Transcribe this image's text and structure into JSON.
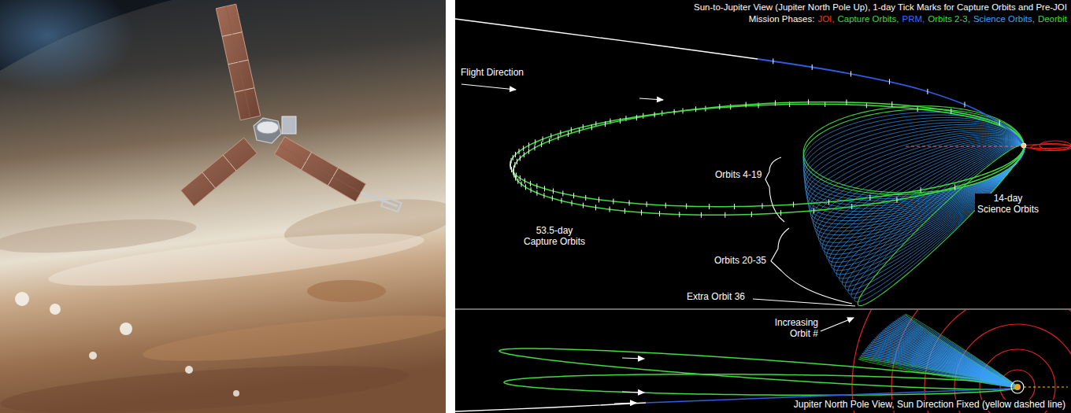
{
  "diagram": {
    "title": "Sun-to-Jupiter View (Jupiter North Pole Up), 1-day Tick Marks for Capture Orbits and Pre-JOI",
    "labels": [
      "Mission Phases:",
      "Flight Direction",
      "Orbits 4-19",
      "53.5-day Capture Orbits",
      "14-day Science Orbits",
      "Orbits 20-35",
      "Extra Orbit 36",
      "Increasing Orbit #",
      "Jupiter North Pole View, Sun Direction Fixed (yellow dashed line)"
    ],
    "legend": [
      {
        "text": "JOI,",
        "color": "#ff3020"
      },
      {
        "text": "Capture Orbits,",
        "color": "#3fdc3f"
      },
      {
        "text": "PRM,",
        "color": "#3a6cff"
      },
      {
        "text": "Orbits 2-3,",
        "color": "#3fdc3f"
      },
      {
        "text": "Science Orbits,",
        "color": "#3ba4ff"
      },
      {
        "text": "Deorbit",
        "color": "#3fdc3f"
      }
    ]
  }
}
